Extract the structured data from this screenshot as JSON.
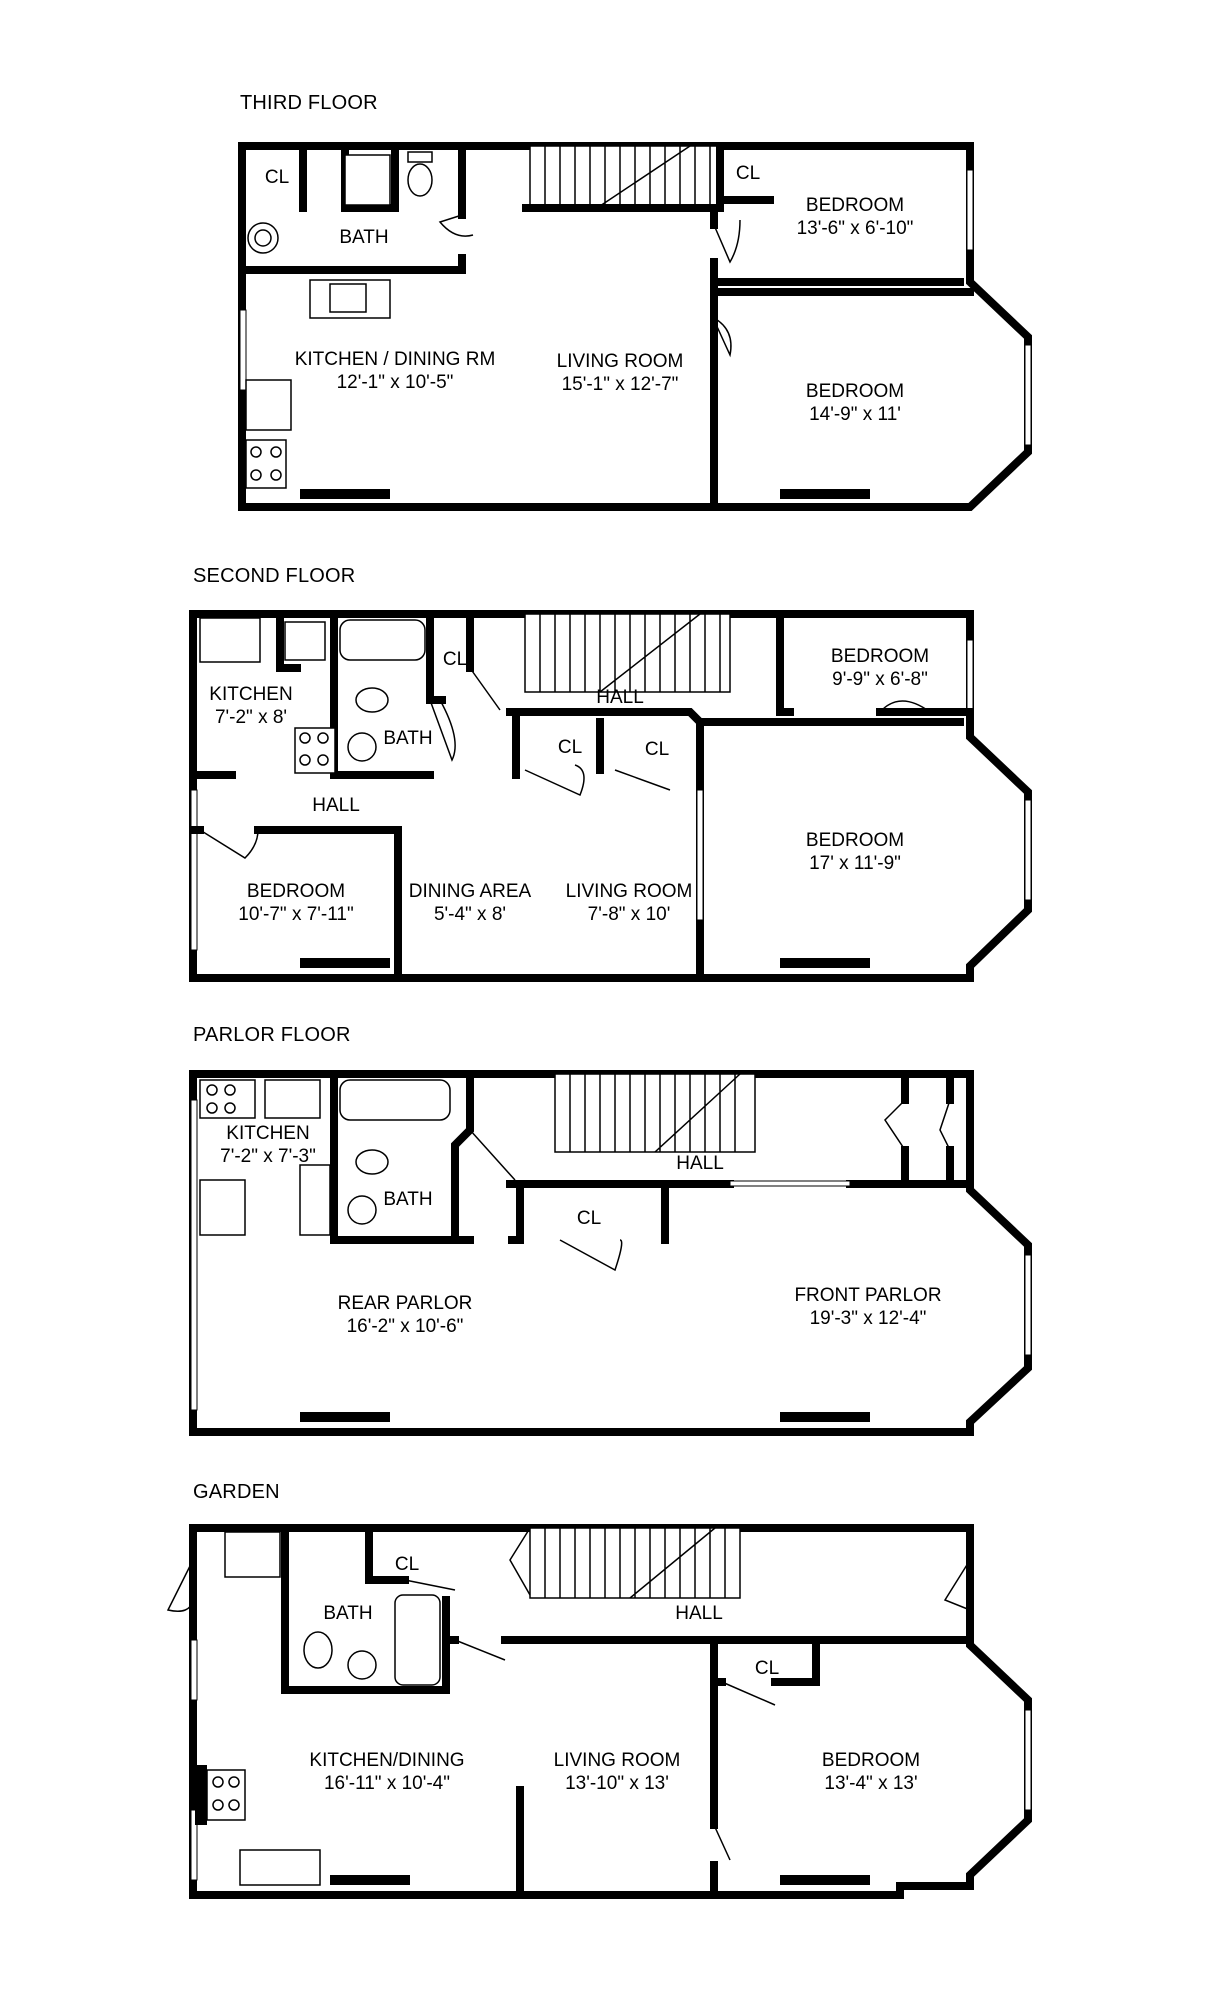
{
  "floors": [
    {
      "title": "THIRD FLOOR",
      "rooms": [
        {
          "name": "CL",
          "size": ""
        },
        {
          "name": "BATH",
          "size": ""
        },
        {
          "name": "CL",
          "size": ""
        },
        {
          "name": "BEDROOM",
          "size": "13'-6\" x 6'-10\""
        },
        {
          "name": "KITCHEN / DINING RM",
          "size": "12'-1\" x 10'-5\""
        },
        {
          "name": "LIVING ROOM",
          "size": "15'-1\" x 12'-7\""
        },
        {
          "name": "BEDROOM",
          "size": "14'-9\" x 11'"
        }
      ]
    },
    {
      "title": "SECOND FLOOR",
      "rooms": [
        {
          "name": "KITCHEN",
          "size": "7'-2\" x 8'"
        },
        {
          "name": "CL",
          "size": ""
        },
        {
          "name": "BATH",
          "size": ""
        },
        {
          "name": "HALL",
          "size": ""
        },
        {
          "name": "BEDROOM",
          "size": "9'-9\" x 6'-8\""
        },
        {
          "name": "CL",
          "size": ""
        },
        {
          "name": "CL",
          "size": ""
        },
        {
          "name": "HALL",
          "size": ""
        },
        {
          "name": "BEDROOM",
          "size": "17' x 11'-9\""
        },
        {
          "name": "BEDROOM",
          "size": "10'-7\" x 7'-11\""
        },
        {
          "name": "DINING AREA",
          "size": "5'-4\" x 8'"
        },
        {
          "name": "LIVING ROOM",
          "size": "7'-8\" x 10'"
        }
      ]
    },
    {
      "title": "PARLOR FLOOR",
      "rooms": [
        {
          "name": "KITCHEN",
          "size": "7'-2\" x 7'-3\""
        },
        {
          "name": "BATH",
          "size": ""
        },
        {
          "name": "HALL",
          "size": ""
        },
        {
          "name": "CL",
          "size": ""
        },
        {
          "name": "REAR PARLOR",
          "size": "16'-2\" x 10'-6\""
        },
        {
          "name": "FRONT PARLOR",
          "size": "19'-3\" x 12'-4\""
        }
      ]
    },
    {
      "title": "GARDEN",
      "rooms": [
        {
          "name": "CL",
          "size": ""
        },
        {
          "name": "BATH",
          "size": ""
        },
        {
          "name": "HALL",
          "size": ""
        },
        {
          "name": "CL",
          "size": ""
        },
        {
          "name": "KITCHEN/DINING",
          "size": "16'-11\" x 10'-4\""
        },
        {
          "name": "LIVING ROOM",
          "size": "13'-10\" x 13'"
        },
        {
          "name": "BEDROOM",
          "size": "13'-4\" x 13'"
        }
      ]
    }
  ]
}
